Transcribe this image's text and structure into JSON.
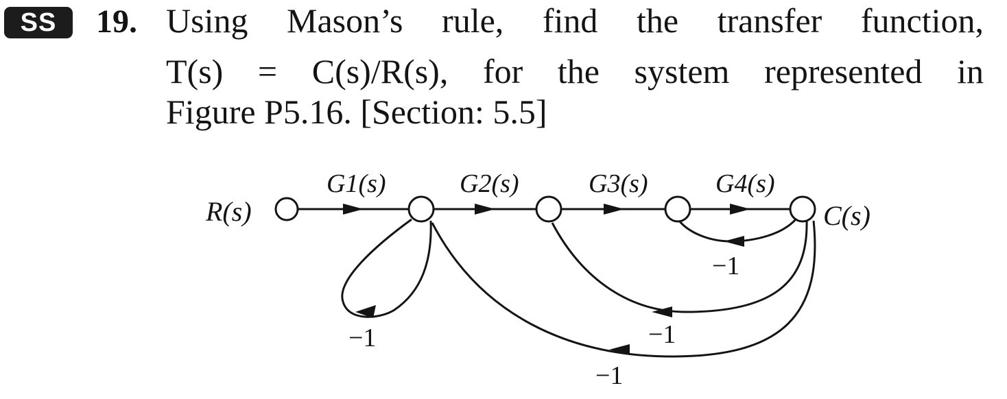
{
  "badge": "SS",
  "problem": {
    "number": "19.",
    "line1": "Using Mason’s rule, find the transfer function,",
    "line2": "T(s) = C(s)/R(s), for the system represented in",
    "line3": "Figure P5.16. [Section: 5.5]"
  },
  "diagram": {
    "input_label": "R(s)",
    "output_label": "C(s)",
    "forward_gains": [
      "G1(s)",
      "G2(s)",
      "G3(s)",
      "G4(s)"
    ],
    "feedback_gains": {
      "self_loop_node1": "−1",
      "node4_to_node3": "−1",
      "output_to_node2": "−1",
      "output_to_node1": "−1"
    }
  }
}
